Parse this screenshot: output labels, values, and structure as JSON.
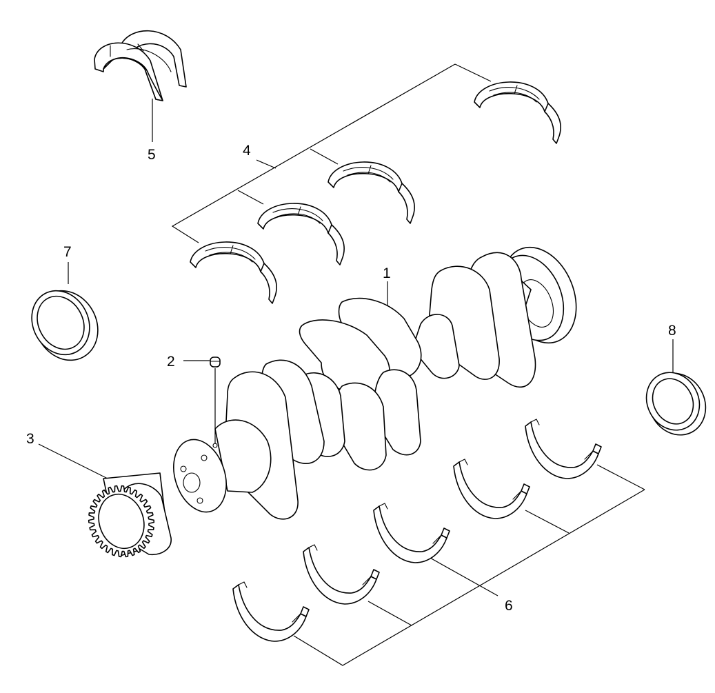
{
  "diagram": {
    "callouts": [
      {
        "id": "1",
        "label": "1"
      },
      {
        "id": "2",
        "label": "2"
      },
      {
        "id": "3",
        "label": "3"
      },
      {
        "id": "4",
        "label": "4"
      },
      {
        "id": "5",
        "label": "5"
      },
      {
        "id": "6",
        "label": "6"
      },
      {
        "id": "7",
        "label": "7"
      },
      {
        "id": "8",
        "label": "8"
      }
    ],
    "colors": {
      "line": "#000000",
      "background": "#ffffff"
    }
  }
}
